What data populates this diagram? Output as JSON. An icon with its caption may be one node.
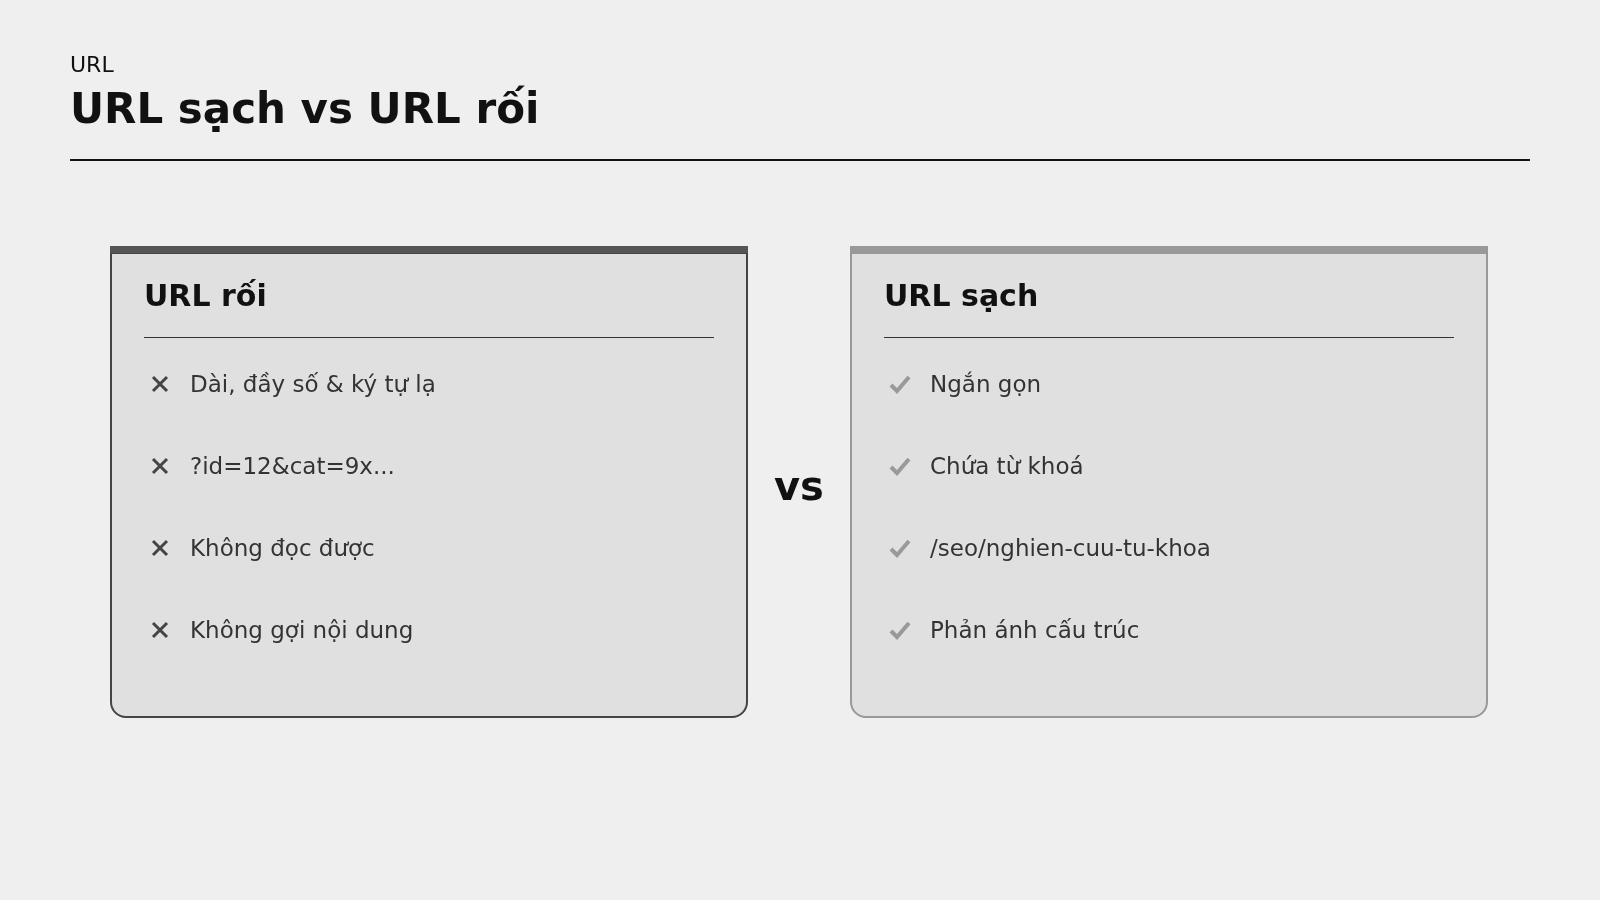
{
  "diagram": {
    "title": "URL sạch vs URL rối",
    "nodes": [
      {
        "text": [
          "URL rối",
          "Dài, đầy số & ký tự lạ",
          "?id=12&cat=9x...",
          "Không đọc được",
          "Không gợi nội dung"
        ]
      },
      {
        "text": [
          "URL sạch",
          "Ngắn gọn",
          "Chứa từ khoá",
          "/seo/nghien-cuu-tu-khoa",
          "Phản ánh cấu trúc"
        ]
      }
    ],
    "labels": [
      "URL",
      "vs"
    ]
  }
}
